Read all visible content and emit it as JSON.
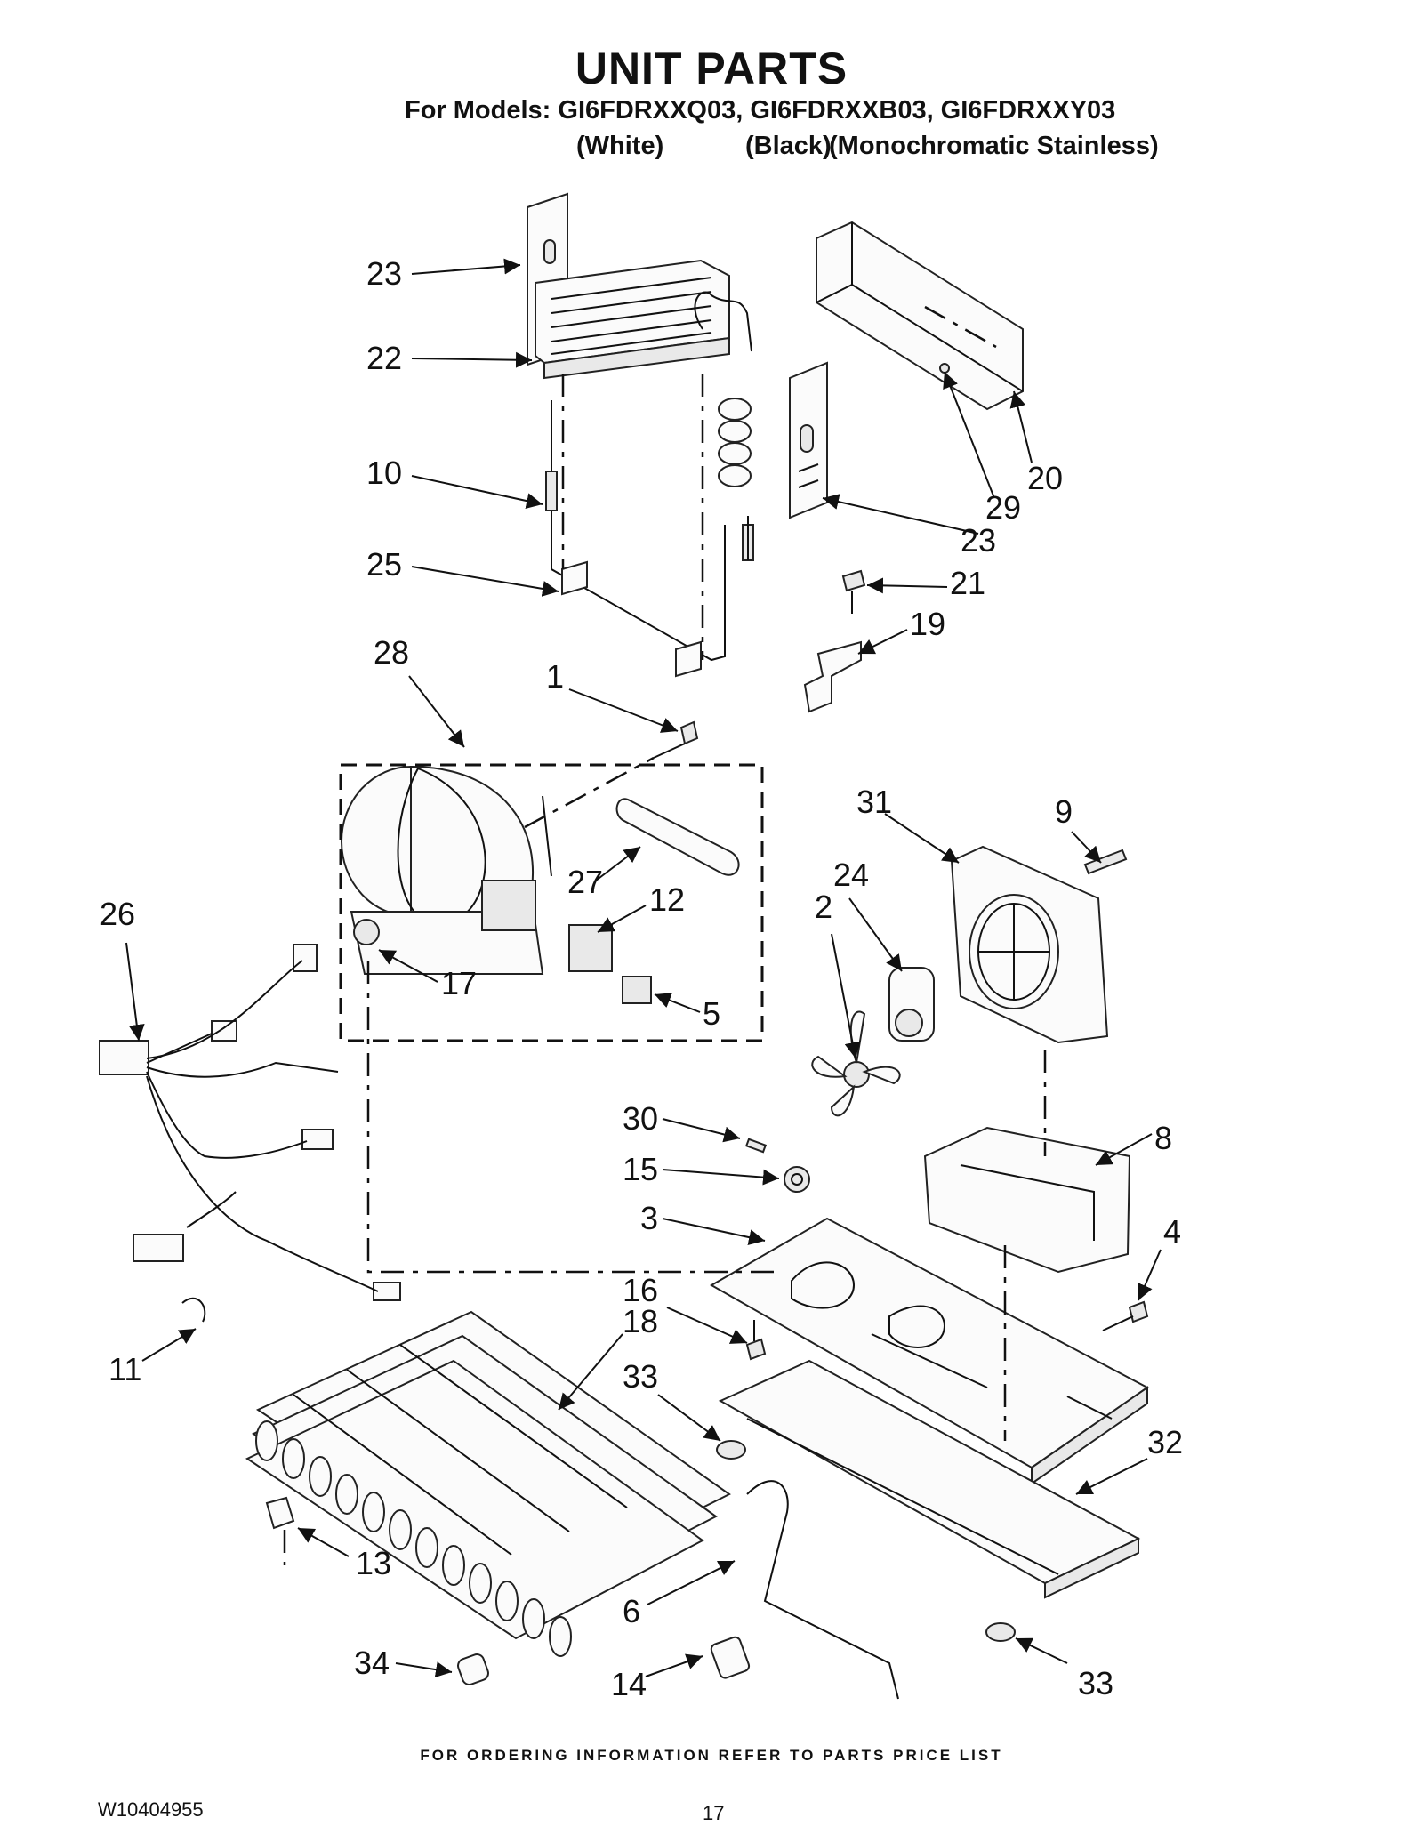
{
  "header": {
    "title": "UNIT PARTS",
    "models_line": "For Models: GI6FDRXXQ03, GI6FDRXXB03, GI6FDRXXY03",
    "color_white": "(White)",
    "color_black": "(Black)",
    "color_stainless": "(Monochromatic Stainless)"
  },
  "callouts": {
    "c1": "1",
    "c2": "2",
    "c3": "3",
    "c4": "4",
    "c5": "5",
    "c6": "6",
    "c8": "8",
    "c9": "9",
    "c10": "10",
    "c11": "11",
    "c12": "12",
    "c13": "13",
    "c14": "14",
    "c15": "15",
    "c16": "16",
    "c17": "17",
    "c18": "18",
    "c19": "19",
    "c20": "20",
    "c21": "21",
    "c22": "22",
    "c23a": "23",
    "c23b": "23",
    "c24": "24",
    "c25": "25",
    "c26": "26",
    "c27": "27",
    "c28": "28",
    "c29": "29",
    "c30": "30",
    "c31": "31",
    "c32": "32",
    "c33a": "33",
    "c33b": "33",
    "c34": "34"
  },
  "footer": {
    "ordering_note": "FOR ORDERING INFORMATION REFER TO PARTS PRICE LIST",
    "document_number": "W10404955",
    "page_number": "17"
  }
}
